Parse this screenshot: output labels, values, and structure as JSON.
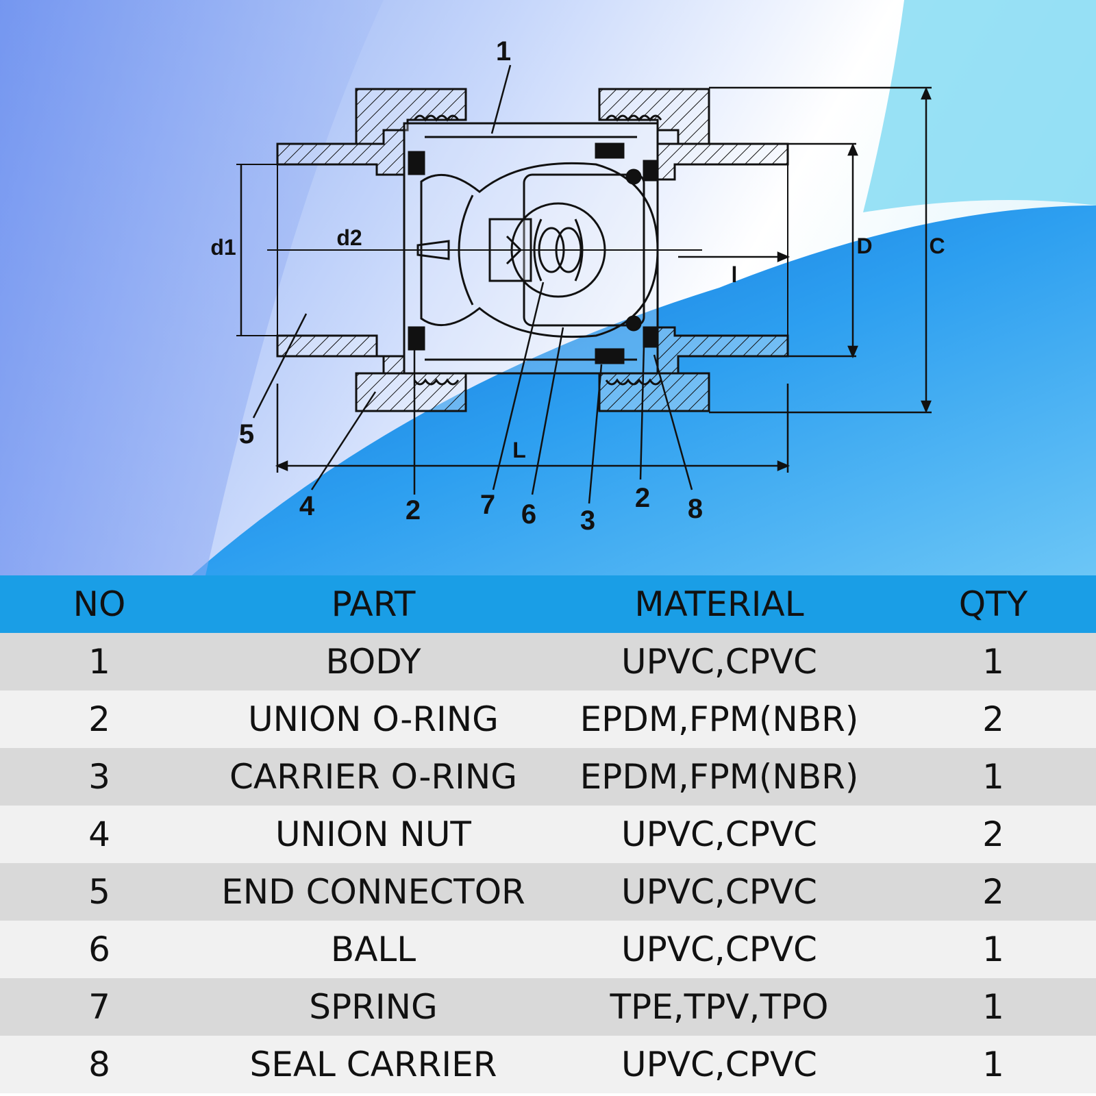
{
  "colors": {
    "header_bg": "#1a9ee6",
    "row_odd": "#d9d9d9",
    "row_even": "#f1f1f1",
    "line": "#111111"
  },
  "diagram": {
    "callouts": [
      "1",
      "5",
      "4",
      "2",
      "7",
      "6",
      "3",
      "2",
      "8"
    ],
    "dimensions": {
      "d1": "d1",
      "d2": "d2",
      "D": "D",
      "C": "C",
      "l": "l",
      "L": "L"
    }
  },
  "table": {
    "headers": {
      "no": "NO",
      "part": "PART",
      "material": "MATERIAL",
      "qty": "QTY"
    },
    "rows": [
      {
        "no": "1",
        "part": "BODY",
        "material": "UPVC,CPVC",
        "qty": "1"
      },
      {
        "no": "2",
        "part": "UNION O-RING",
        "material": "EPDM,FPM(NBR)",
        "qty": "2"
      },
      {
        "no": "3",
        "part": "CARRIER O-RING",
        "material": "EPDM,FPM(NBR)",
        "qty": "1"
      },
      {
        "no": "4",
        "part": "UNION NUT",
        "material": "UPVC,CPVC",
        "qty": "2"
      },
      {
        "no": "5",
        "part": "END CONNECTOR",
        "material": "UPVC,CPVC",
        "qty": "2"
      },
      {
        "no": "6",
        "part": "BALL",
        "material": "UPVC,CPVC",
        "qty": "1"
      },
      {
        "no": "7",
        "part": "SPRING",
        "material": "TPE,TPV,TPO",
        "qty": "1"
      },
      {
        "no": "8",
        "part": "SEAL CARRIER",
        "material": "UPVC,CPVC",
        "qty": "1"
      }
    ]
  }
}
